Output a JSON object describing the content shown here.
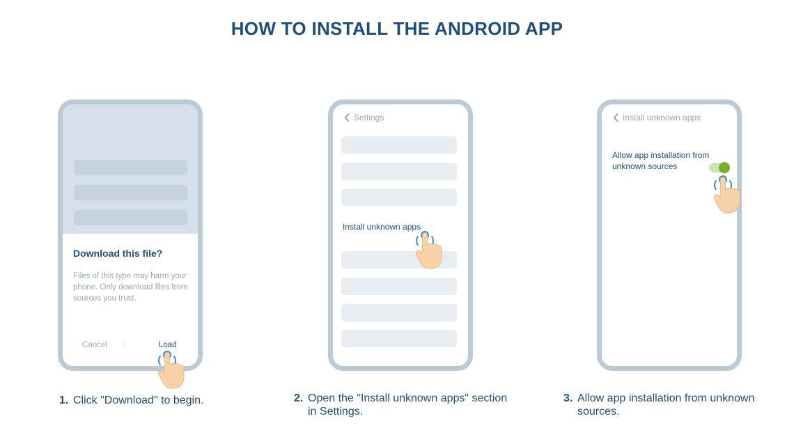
{
  "page": {
    "title": "HOW TO INSTALL THE ANDROID APP"
  },
  "phone1": {
    "dialog_title": "Download this file?",
    "dialog_text": "Files of this type may harm your phone. Only download files from sources you trust.",
    "cancel_label": "Cancel",
    "load_label": "Load"
  },
  "phone2": {
    "back_label": "Settings",
    "highlight_item": "Install unknown apps"
  },
  "phone3": {
    "back_label": "Install unknown apps",
    "allow_label": "Allow app installation from unknown sources",
    "toggle_on": true
  },
  "steps": [
    {
      "num": "1.",
      "text": "Click \"Download\" to begin."
    },
    {
      "num": "2.",
      "text": "Open the \"Install unknown apps\" section in Settings."
    },
    {
      "num": "3.",
      "text": "Allow app installation from unknown sources."
    }
  ],
  "icons": {
    "back": "chevron-left-icon",
    "hand": "tap-hand-icon"
  },
  "colors": {
    "accent": "#1f4e79",
    "frame": "#bccad6",
    "toggle": "#76b02b",
    "tap": "#3b8fd1",
    "hand": "#f7d2a8"
  }
}
